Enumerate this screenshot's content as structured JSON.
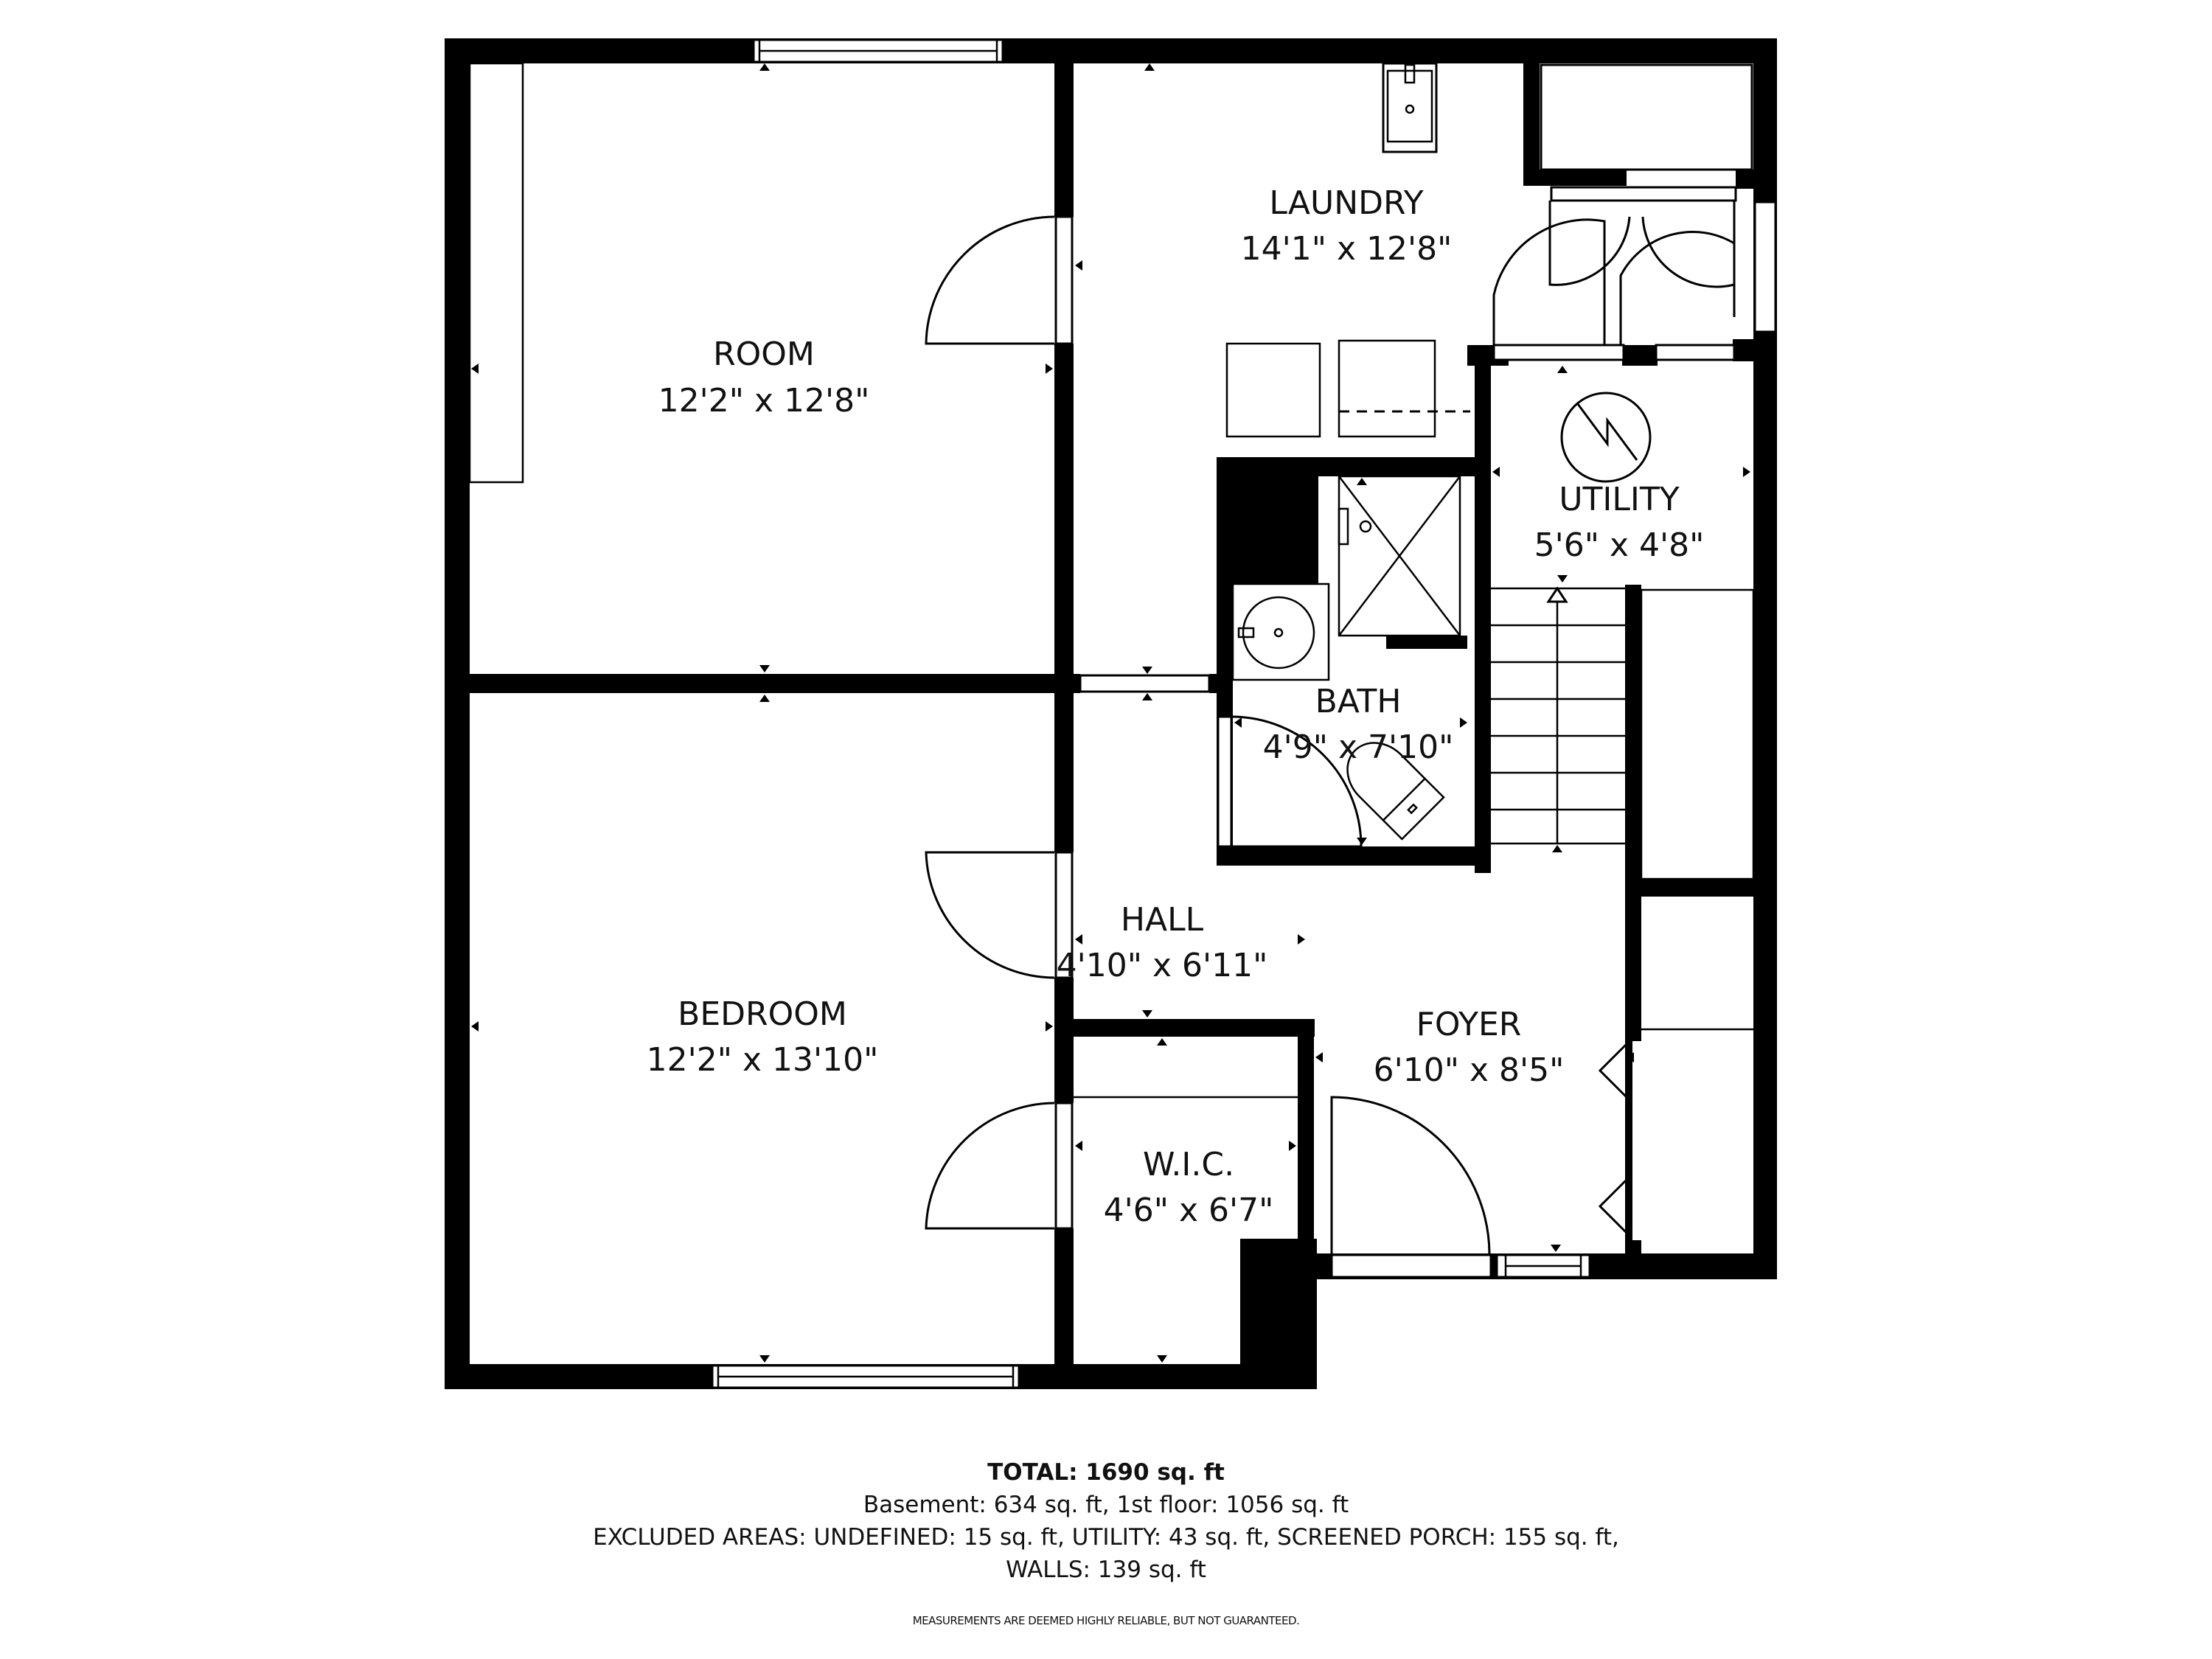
{
  "rooms": {
    "room": {
      "name": "ROOM",
      "dims": "12'2\" x 12'8\""
    },
    "laundry": {
      "name": "LAUNDRY",
      "dims": "14'1\" x 12'8\""
    },
    "utility": {
      "name": "UTILITY",
      "dims": "5'6\" x 4'8\""
    },
    "bath": {
      "name": "BATH",
      "dims": "4'9\" x 7'10\""
    },
    "hall": {
      "name": "HALL",
      "dims": "4'10\" x 6'11\""
    },
    "bedroom": {
      "name": "BEDROOM",
      "dims": "12'2\" x 13'10\""
    },
    "foyer": {
      "name": "FOYER",
      "dims": "6'10\" x 8'5\""
    },
    "wic": {
      "name": "W.I.C.",
      "dims": "4'6\" x 6'7\""
    }
  },
  "footer": {
    "total": "TOTAL: 1690 sq. ft",
    "floors": "Basement: 634 sq. ft, 1st floor: 1056 sq. ft",
    "excluded": "EXCLUDED AREAS: UNDEFINED: 15 sq. ft, UTILITY: 43 sq. ft, SCREENED PORCH: 155 sq. ft,",
    "walls": "WALLS: 139 sq. ft",
    "disclaimer": "MEASUREMENTS ARE DEEMED HIGHLY RELIABLE, BUT NOT GUARANTEED."
  }
}
